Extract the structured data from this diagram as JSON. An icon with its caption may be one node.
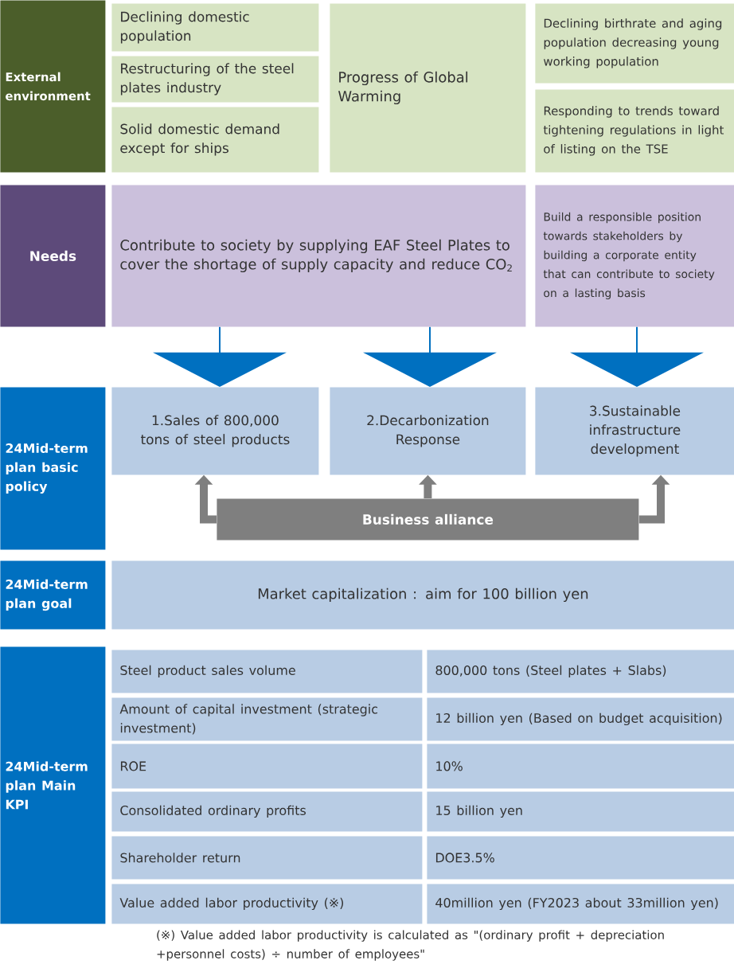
{
  "diagram": {
    "nodes": [
      {
        "text": [
          "External environment"
        ]
      },
      {
        "text": [
          "Declining domestic population"
        ]
      },
      {
        "text": [
          "Restructuring of the steel plates industry"
        ]
      },
      {
        "text": [
          "Solid domestic demand except for ships"
        ]
      },
      {
        "text": [
          "Progress of Global Warming"
        ]
      },
      {
        "text": [
          "Declining birthrate and aging population decreasing young working population"
        ]
      },
      {
        "text": [
          "Responding to trends toward tightening regulations in light of listing on the TSE"
        ]
      },
      {
        "text": [
          "Needs"
        ]
      },
      {
        "text": [
          "Contribute to society by supplying EAF Steel Plates to cover the shortage of supply capacity and reduce CO$_{2}$"
        ]
      },
      {
        "text": [
          "Build a responsible position towards stakeholders by building a corporate entity that can contribute to society on a lasting basis"
        ]
      },
      {
        "text": [
          "24Mid-term plan basic policy"
        ]
      },
      {
        "text": [
          "1.Sales of 800,000 tons of steel products"
        ]
      },
      {
        "text": [
          "2.Decarbonization Response"
        ]
      },
      {
        "text": [
          "3.Sustainable infrastructure development"
        ]
      },
      {
        "text": [
          "Business alliance"
        ]
      },
      {
        "text": [
          "24Mid-term plan goal"
        ]
      },
      {
        "text": [
          "Market capitalization : aim for 100 billion yen"
        ]
      },
      {
        "text": [
          "24Mid-term plan Main KPI"
        ]
      }
    ],
    "edges": [
      {
        "from": 8,
        "to": 11,
        "arrow": "to",
        "color": "#0070c0"
      },
      {
        "from": 8,
        "to": 12,
        "arrow": "to",
        "color": "#0070c0"
      },
      {
        "from": 9,
        "to": 13,
        "arrow": "to",
        "color": "#0070c0"
      },
      {
        "from": 14,
        "to": 11,
        "arrow": "to",
        "color": "#7f7f7f"
      },
      {
        "from": 14,
        "to": 12,
        "arrow": "to",
        "color": "#7f7f7f"
      },
      {
        "from": 14,
        "to": 13,
        "arrow": "to",
        "color": "#7f7f7f"
      }
    ],
    "labels": [
      "Steel product sales volume",
      "800,000 tons (Steel plates + Slabs)",
      "Amount of capital investment (strategic investment)",
      "12 billion yen (Based on budget acquisition)",
      "ROE",
      "10%",
      "Consolidated ordinary profits",
      "15 billion yen",
      "Shareholder return",
      "DOE3.5%",
      "Value added labor productivity (※)",
      "40million yen (FY2023 about 33million yen)",
      "(※) Value added labor productivity is calculated as \"(ordinary profit + depreciation +personnel costs) ÷ number of employees\""
    ]
  }
}
